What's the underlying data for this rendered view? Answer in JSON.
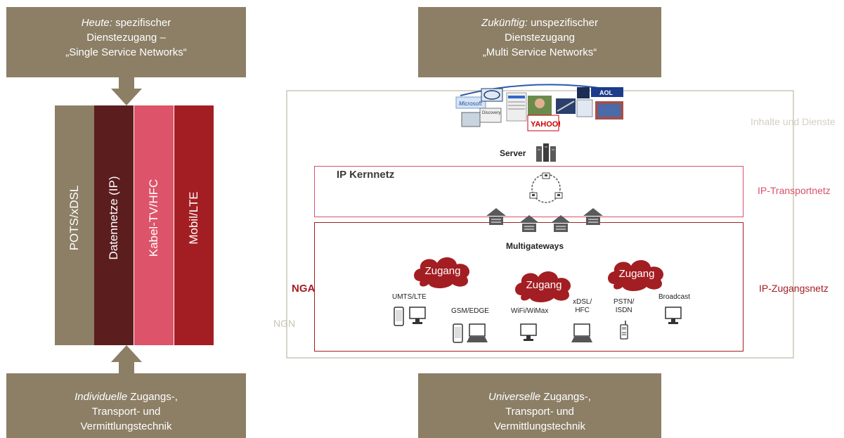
{
  "left": {
    "top_box": {
      "italic": "Heute:",
      "rest": " spezifischer",
      "line2": "Dienstezugang –",
      "line3": "„Single Service Networks“"
    },
    "bottom_box": {
      "italic": "Individuelle",
      "rest": " Zugangs-,",
      "line2": "Transport- und",
      "line3": "Vermittlungstechnik"
    },
    "columns": [
      {
        "label": "POTS/xDSL",
        "color": "#8c7f66"
      },
      {
        "label": "Datennetze (IP)",
        "color": "#5c1d1f"
      },
      {
        "label": "Kabel-TV/HFC",
        "color": "#dd5369"
      },
      {
        "label": "Mobil/LTE",
        "color": "#a31e22"
      }
    ]
  },
  "right": {
    "top_box": {
      "italic": "Zukünftig:",
      "rest": " unspezifischer",
      "line2": "Dienstezugang",
      "line3": "„Multi Service Networks“"
    },
    "bottom_box": {
      "italic": "Universelle",
      "rest": " Zugangs-,",
      "line2": "Transport- und",
      "line3": "Vermittlungstechnik"
    },
    "server_label": "Server",
    "core_label": "IP Kernnetz",
    "multigateways_label": "Multigateways",
    "nga_label": "NGA",
    "ngn_label": "NGN",
    "clouds": [
      "Zugang",
      "Zugang",
      "Zugang"
    ],
    "devices": {
      "umts": "UMTS/LTE",
      "gsm": "GSM/EDGE",
      "wifi": "WiFi/WiMax",
      "xdsl_1": "xDSL/",
      "xdsl_2": "HFC",
      "pstn_1": "PSTN/",
      "pstn_2": "ISDN",
      "broadcast": "Broadcast"
    },
    "logos": {
      "aol": "AOL",
      "yahoo": "YAHOO!",
      "microsoft": "Microsoft",
      "discovery": "Discovery"
    },
    "side_labels": {
      "inhalte": "Inhalte und Dienste",
      "transport": "IP-Transportnetz",
      "zugang": "IP-Zugangsnetz"
    }
  },
  "colors": {
    "taupe": "#8c7f66",
    "dark_red": "#a31e22",
    "pink": "#dd5369",
    "light_frame": "#d8d4c8"
  }
}
